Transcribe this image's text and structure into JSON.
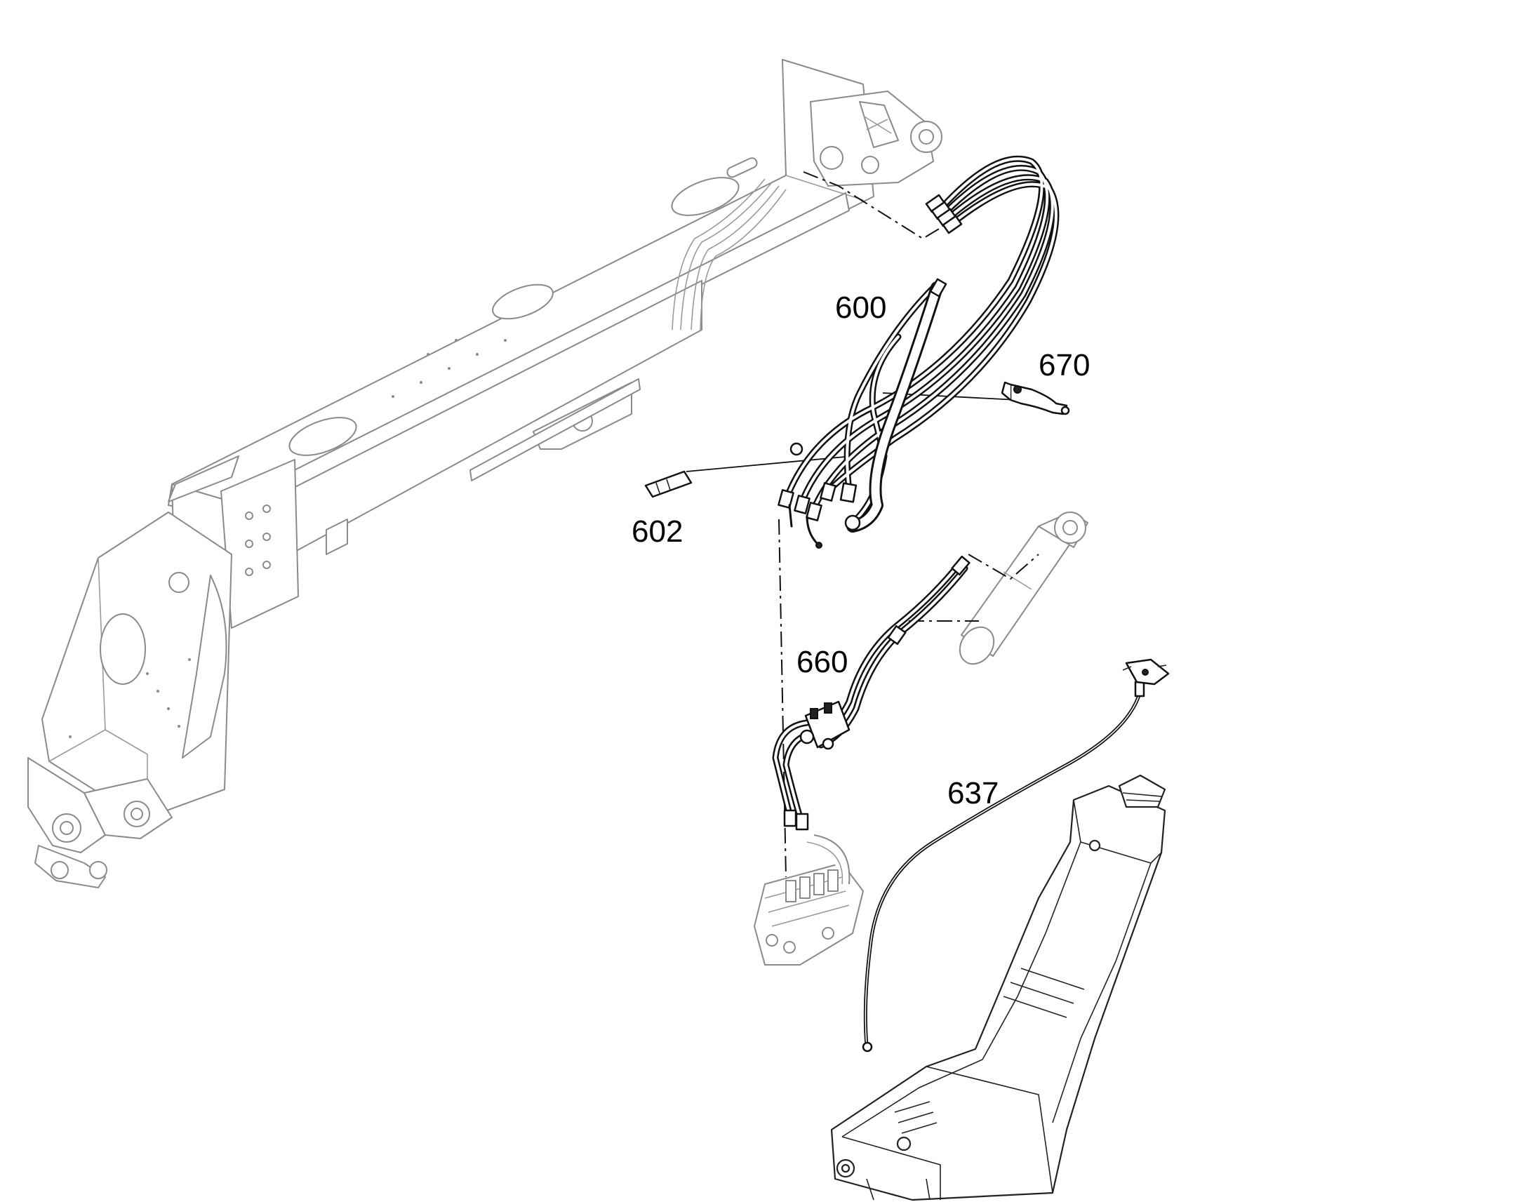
{
  "diagram": {
    "callouts": [
      {
        "id": "hose-group-600",
        "label": "600"
      },
      {
        "id": "sleeve-602",
        "label": "602"
      },
      {
        "id": "clamp-670",
        "label": "670"
      },
      {
        "id": "hose-group-660",
        "label": "660"
      },
      {
        "id": "cable-637",
        "label": "637"
      }
    ],
    "colors": {
      "ink": "#111111",
      "ghost_outline": "#8a8a8a",
      "background": "#ffffff"
    }
  }
}
